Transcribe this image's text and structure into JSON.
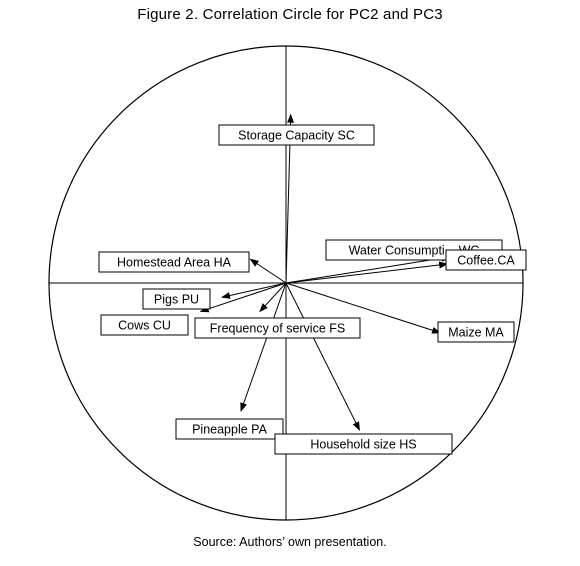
{
  "chart_data": {
    "type": "scatter",
    "subtype": "correlation-circle",
    "title": "Figure 2. Correlation Circle for PC2 and PC3",
    "source": "Source: Authors’ own presentation.",
    "xlim": [
      -1,
      1
    ],
    "ylim": [
      -1,
      1
    ],
    "axis_lines": true,
    "unit_circle": true,
    "variables": [
      {
        "label": "Storage Capacity SC",
        "x": 0.02,
        "y": 0.71
      },
      {
        "label": "Water Consumpti... WC",
        "x": 0.69,
        "y": 0.11
      },
      {
        "label": "Coffee.CA",
        "x": 0.68,
        "y": 0.08
      },
      {
        "label": "Homestead Area HA",
        "x": -0.15,
        "y": 0.1
      },
      {
        "label": "Pigs PU",
        "x": -0.27,
        "y": -0.06
      },
      {
        "label": "Cows CU",
        "x": -0.36,
        "y": -0.12
      },
      {
        "label": "Frequency of service FS",
        "x": -0.11,
        "y": -0.12
      },
      {
        "label": "Maize MA",
        "x": 0.65,
        "y": -0.21
      },
      {
        "label": "Pineapple PA",
        "x": -0.19,
        "y": -0.54
      },
      {
        "label": "Household size HS",
        "x": 0.31,
        "y": -0.62
      }
    ]
  }
}
